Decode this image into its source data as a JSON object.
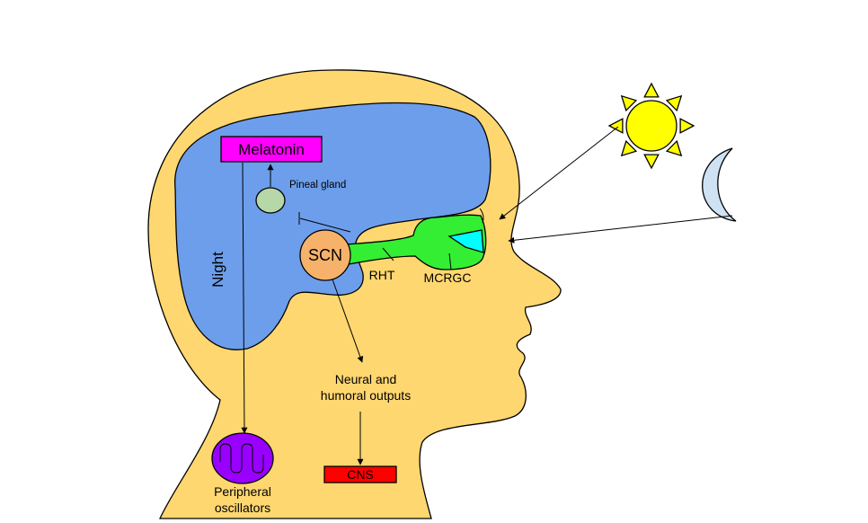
{
  "labels": {
    "melatonin": "Melatonin",
    "pineal_gland": "Pineal gland",
    "scn": "SCN",
    "rht": "RHT",
    "mcrgc": "MCRGC",
    "night": "Night",
    "outputs_line1": "Neural and",
    "outputs_line2": "humoral outputs",
    "cns": "CNS",
    "peripheral_line1": "Peripheral",
    "peripheral_line2": "oscillators"
  },
  "colors": {
    "head": "#FFD770",
    "brain": "#6D9EEB",
    "optic_nerve": "#33EE33",
    "eye": "#00FFFF",
    "scn": "#F6B26B",
    "pineal_gland": "#B6D7A8",
    "melatonin_box": "#FF00FF",
    "cns_box": "#FF0000",
    "peripheral_oscillator": "#9900FF",
    "sun": "#FFFF00",
    "moon": "#CFE2F3"
  }
}
